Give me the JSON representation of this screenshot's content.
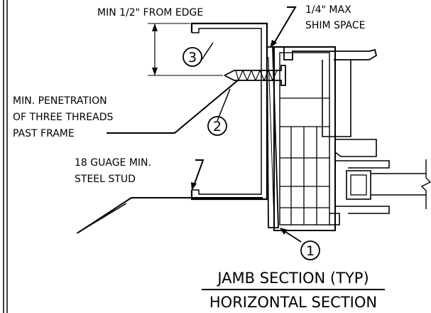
{
  "labels": {
    "edge_distance": "MIN 1/2\" FROM EDGE",
    "shim_line1": "1/4\" MAX",
    "shim_line2": "SHIM SPACE",
    "penetration_line1": "MIN. PENETRATION",
    "penetration_line2": "OF THREE THREADS",
    "penetration_line3": "PAST FRAME",
    "stud_line1": "18 GUAGE MIN.",
    "stud_line2": "STEEL STUD"
  },
  "callouts": [
    "3",
    "2",
    "1"
  ],
  "titles": {
    "primary": "JAMB SECTION (TYP)",
    "secondary": "HORIZONTAL SECTION"
  }
}
